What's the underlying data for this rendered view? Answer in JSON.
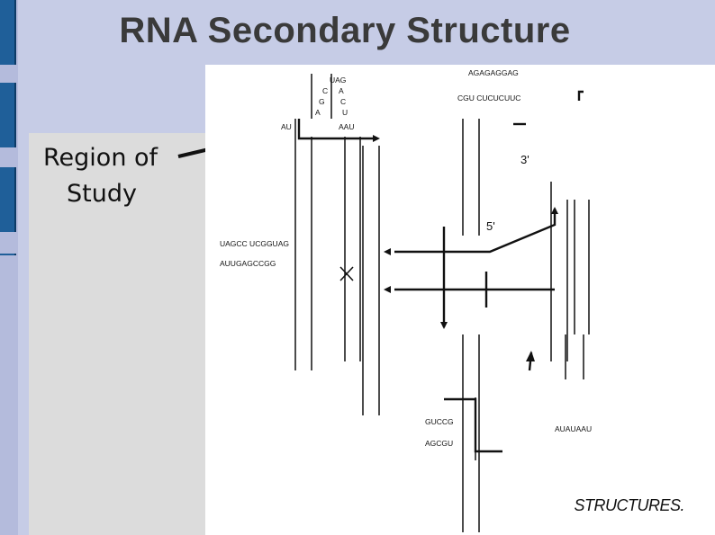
{
  "slide": {
    "title": "RNA Secondary Structure",
    "region_label_line1": "Region of",
    "region_label_line2": "Study",
    "caption": "STRUCTURES."
  },
  "figure": {
    "strand_labels": [
      "3'",
      "5'"
    ],
    "hairpin_top_loop": "AAU",
    "top_right_strand": "AGAGAGGAG",
    "top_right_strand2": "CGU CUCUCUUC",
    "left_arm_top": "UAGCCUCGGUAG",
    "left_arm_bottom": "AUUGAGCCGG",
    "bottom_arm_top": "GUCCG",
    "bottom_arm_bottom": "AGCGU",
    "right_loop": "AUAUAAU"
  },
  "colors": {
    "background": "#c6cce6",
    "tab_blue": "#1f5f99",
    "figure_bg": "#ffffff",
    "panel_gray": "#dcdcdc",
    "title_color": "#3a3a3a"
  }
}
